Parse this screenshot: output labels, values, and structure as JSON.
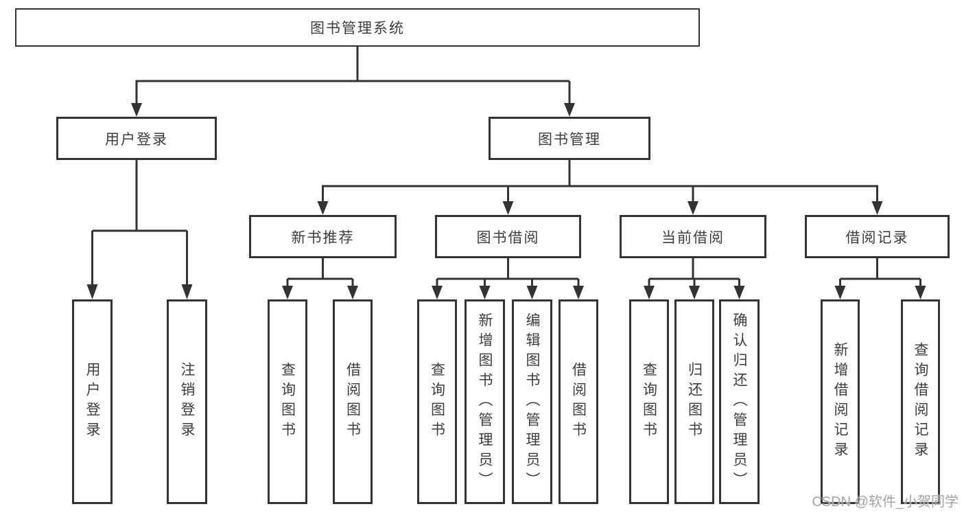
{
  "root": {
    "label": "图书管理系统"
  },
  "user_login": {
    "label": "用户登录",
    "children": [
      {
        "label": "用户登录"
      },
      {
        "label": "注销登录"
      }
    ]
  },
  "book_management": {
    "label": "图书管理",
    "groups": [
      {
        "label": "新书推荐",
        "children": [
          {
            "label": "查询图书"
          },
          {
            "label": "借阅图书"
          }
        ]
      },
      {
        "label": "图书借阅",
        "children": [
          {
            "label": "查询图书"
          },
          {
            "label": "新增图书（管理员）"
          },
          {
            "label": "编辑图书（管理员）"
          },
          {
            "label": "借阅图书"
          }
        ]
      },
      {
        "label": "当前借阅",
        "children": [
          {
            "label": "查询图书"
          },
          {
            "label": "归还图书"
          },
          {
            "label": "确认归还（管理员）"
          }
        ]
      },
      {
        "label": "借阅记录",
        "children": [
          {
            "label": "新增借阅记录"
          },
          {
            "label": "查询借阅记录"
          }
        ]
      }
    ]
  },
  "watermark": {
    "text": "CSDN @软件_小贺同学"
  },
  "colors": {
    "line": "#333333",
    "box_border": "#333333",
    "text": "#3d3d3d",
    "background": "#ffffff",
    "watermark": "#a3a3a3"
  }
}
